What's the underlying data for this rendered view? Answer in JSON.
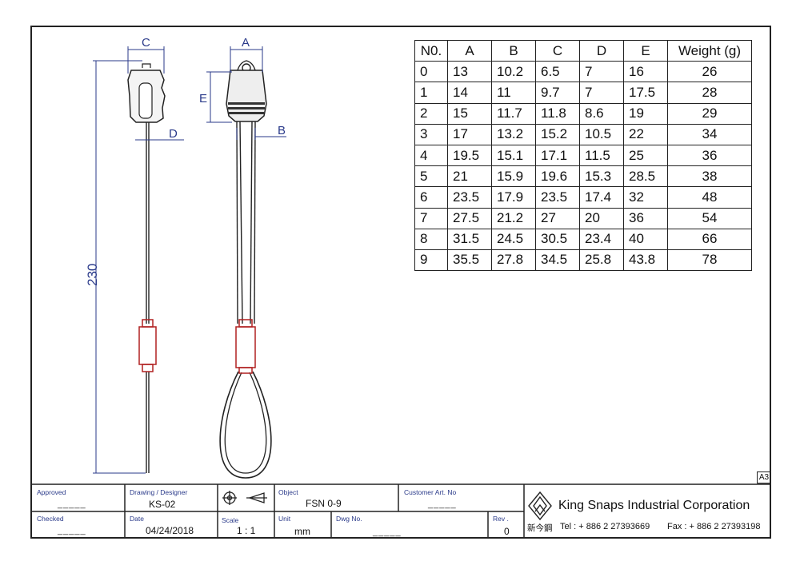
{
  "spec_table": {
    "headers": [
      "N0.",
      "A",
      "B",
      "C",
      "D",
      "E",
      "Weight (g)"
    ],
    "rows": [
      [
        "0",
        "13",
        "10.2",
        "6.5",
        "7",
        "16",
        "26"
      ],
      [
        "1",
        "14",
        "11",
        "9.7",
        "7",
        "17.5",
        "28"
      ],
      [
        "2",
        "15",
        "11.7",
        "11.8",
        "8.6",
        "19",
        "29"
      ],
      [
        "3",
        "17",
        "13.2",
        "15.2",
        "10.5",
        "22",
        "34"
      ],
      [
        "4",
        "19.5",
        "15.1",
        "17.1",
        "11.5",
        "25",
        "36"
      ],
      [
        "5",
        "21",
        "15.9",
        "19.6",
        "15.3",
        "28.5",
        "38"
      ],
      [
        "6",
        "23.5",
        "17.9",
        "23.5",
        "17.4",
        "32",
        "48"
      ],
      [
        "7",
        "27.5",
        "21.2",
        "27",
        "20",
        "36",
        "54"
      ],
      [
        "8",
        "31.5",
        "24.5",
        "30.5",
        "23.4",
        "40",
        "66"
      ],
      [
        "9",
        "35.5",
        "27.8",
        "34.5",
        "25.8",
        "43.8",
        "78"
      ]
    ]
  },
  "dimensions": {
    "c": "C",
    "a": "A",
    "e": "E",
    "d": "D",
    "b": "B",
    "length": "230"
  },
  "sheet_size": "A3",
  "title_block": {
    "approved_label": "Approved",
    "approved_value": "_____",
    "designer_label": "Drawing / Designer",
    "designer_value": "KS-02",
    "object_label": "Object",
    "object_value": "FSN 0-9",
    "customer_label": "Customer  Art. No",
    "customer_value": "_____",
    "checked_label": "Checked",
    "checked_value": "_____",
    "date_label": "Date",
    "date_value": "04/24/2018",
    "scale_label": "Scale",
    "scale_value": "1 : 1",
    "unit_label": "Unit",
    "unit_value": "mm",
    "dwg_label": "Dwg No.",
    "dwg_value": "_____",
    "rev_label": "Rev .",
    "rev_value": "0",
    "company": "King Snaps Industrial Corporation",
    "chinese_name": "新今鋼",
    "tel": "Tel : + 886 2 27393669",
    "fax": "Fax : + 886 2 27393198"
  },
  "colors": {
    "dimension": "#2a3a8a",
    "sleeve": "#b02020",
    "line": "#222222"
  }
}
